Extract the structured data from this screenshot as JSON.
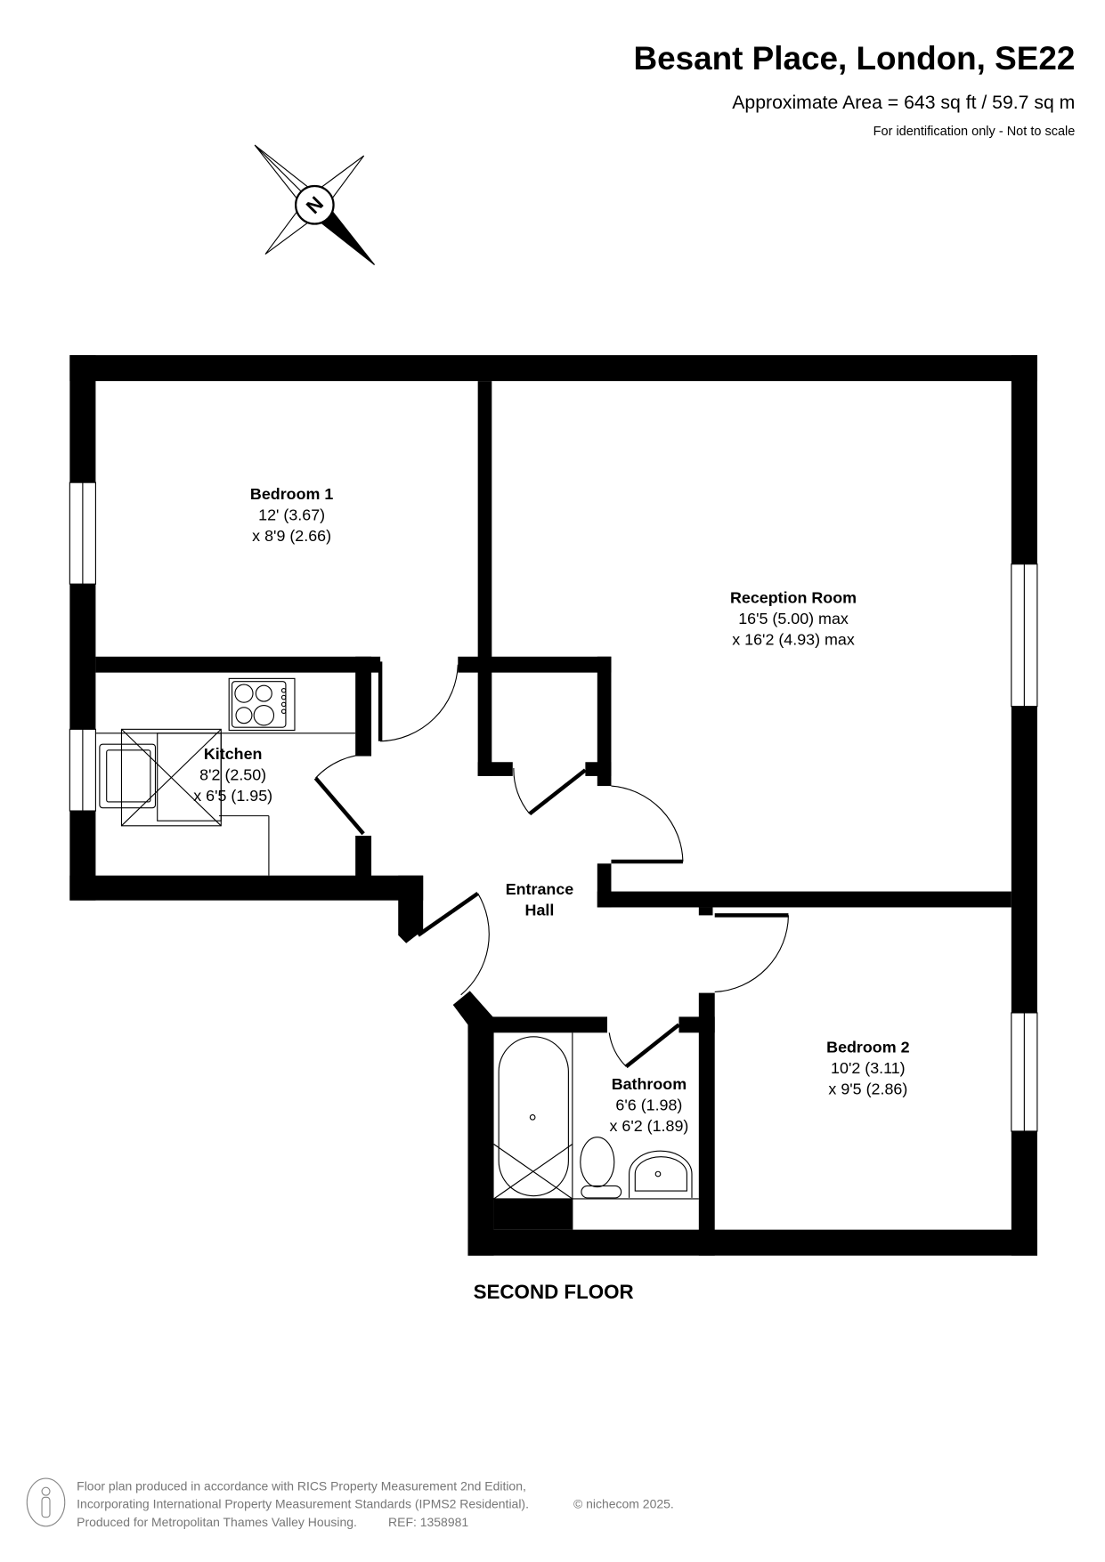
{
  "header": {
    "title": "Besant Place, London, SE22",
    "area": "Approximate Area = 643 sq ft / 59.7 sq m",
    "disclaimer": "For identification only - Not to scale"
  },
  "compass": {
    "label": "N"
  },
  "rooms": [
    {
      "name": "Bedroom 1",
      "dim1": "12' (3.67)",
      "dim2": "x 8'9 (2.66)"
    },
    {
      "name": "Reception Room",
      "dim1": "16'5 (5.00) max",
      "dim2": "x 16'2 (4.93) max"
    },
    {
      "name": "Kitchen",
      "dim1": "8'2 (2.50)",
      "dim2": "x 6'5 (1.95)"
    },
    {
      "name": "Entrance",
      "name2": "Hall"
    },
    {
      "name": "Bedroom 2",
      "dim1": "10'2 (3.11)",
      "dim2": "x 9'5 (2.86)"
    },
    {
      "name": "Bathroom",
      "dim1": "6'6 (1.98)",
      "dim2": "x 6'2 (1.89)"
    }
  ],
  "floor_label": "SECOND FLOOR",
  "footer": {
    "line1": "Floor plan produced in accordance with RICS Property Measurement 2nd Edition,",
    "line2": "Incorporating International Property Measurement Standards (IPMS2 Residential).",
    "copyright": "© nichecom 2025.",
    "line3": "Produced for Metropolitan Thames Valley Housing.",
    "ref": "REF:  1358981"
  }
}
